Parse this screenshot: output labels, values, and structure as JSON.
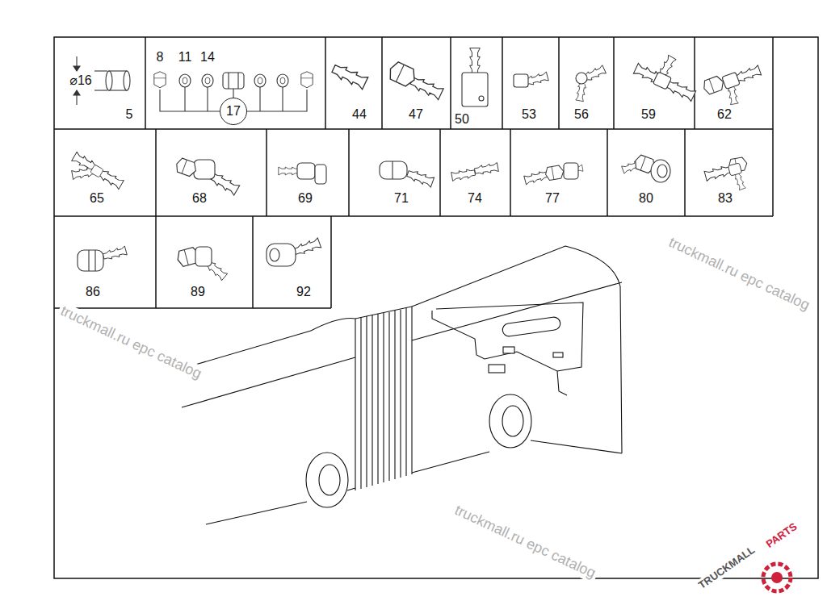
{
  "diagram": {
    "nodes": [
      {
        "text": [
          "17"
        ]
      }
    ],
    "labels": [
      "⌀16",
      "5",
      "8",
      "11",
      "14",
      "44",
      "47",
      "50",
      "53",
      "56",
      "59",
      "62",
      "65",
      "68",
      "69",
      "71",
      "74",
      "77",
      "80",
      "83",
      "86",
      "89",
      "92",
      "truckmall.ru epc catalog",
      "truckmall.ru epc catalog",
      "truckmall.ru epc catalog",
      "TRUCKMALL",
      "PARTS"
    ]
  }
}
